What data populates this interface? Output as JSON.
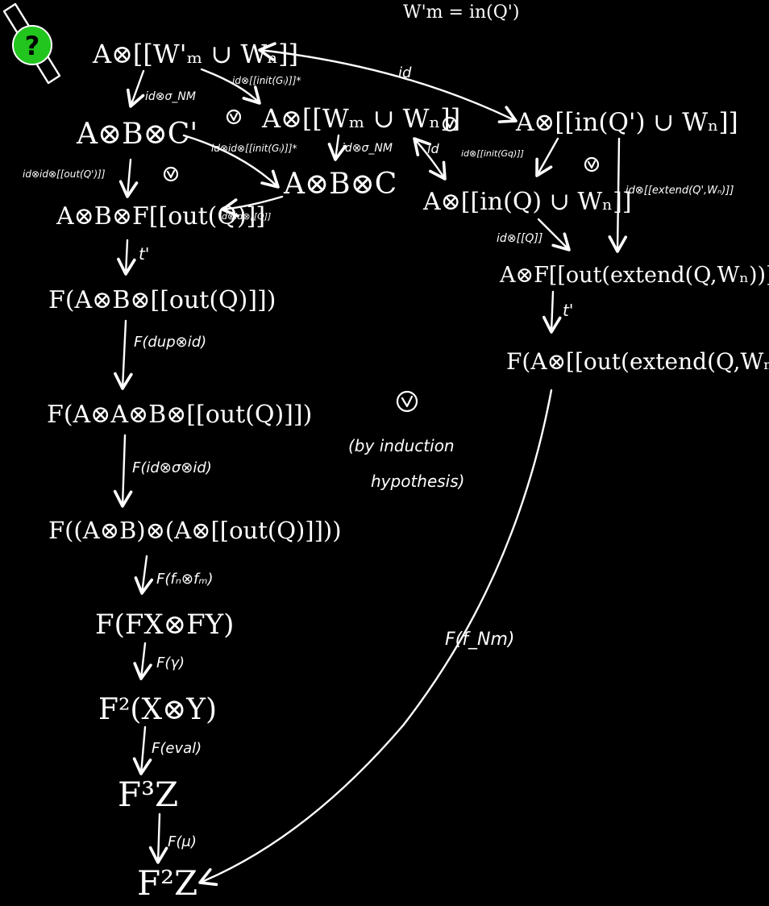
{
  "header": {
    "annotation": "W'm = in(Q')"
  },
  "badge": {
    "symbol": "?",
    "color": "#22c51e"
  },
  "colors": {
    "background": "#000000",
    "ink": "#ffffff",
    "badge": "#22c51e"
  },
  "nodes": {
    "a_wmi_union_wn": "A⊗[[W'ₘ ∪ Wₙ]]",
    "a_wm_union_wn": "A⊗[[Wₘ ∪ Wₙ]]",
    "a_in_qi_union_wn": "A⊗[[in(Q') ∪ Wₙ]]",
    "a_b_ci": "A⊗B⊗C'",
    "a_b_c": "A⊗B⊗C",
    "a_in_q_union_wn": "A⊗[[in(Q) ∪ Wₙ]]",
    "a_b_f_out_q": "A⊗B⊗F[[out(Q)]]",
    "a_f_out_extend": "A⊗F[[out(extend(Q,Wₙ))]]",
    "f_a_b_out_q": "F(A⊗B⊗[[out(Q)]])",
    "f_a_out_extend": "F(A⊗[[out(extend(Q,Wₙ))]])",
    "f_a_a_b_out_q": "F(A⊗A⊗B⊗[[out(Q)]])",
    "f_ab_a_out_q": "F((A⊗B)⊗(A⊗[[out(Q)]]))",
    "f_fx_fy": "F(FX⊗FY)",
    "f2_x_y": "F²(X⊗Y)",
    "f3_z": "F³Z",
    "f2_z": "F²Z"
  },
  "edges": {
    "id_top": "id",
    "id_otimes_init_gi": "id⊗[[init(Gᵢ)]]*",
    "id_otimes_sigma_nm_left": "id⊗σ_NM",
    "id_otimes_id_otimes_init_gi": "id⊗id⊗[[init(Gᵢ)]]*",
    "id_otimes_sigma_nm_mid": "id⊗σ_NM",
    "id_mid": "id",
    "id_otimes_init_gq": "id⊗[[init(Gq)]]",
    "id_otimes_extend_qi_wn": "id⊗[[extend(Q',Wₙ)]]",
    "id_otimes_id_otimes_out_qi": "id⊗id⊗[[out(Q')]]",
    "id_otimes_id_otimes_q": "id⊗id⊗[[Q]]",
    "id_otimes_q": "id⊗[[Q]]",
    "t_prime_left": "t'",
    "t_prime_right": "t'",
    "f_dup_otimes_id": "F(dup⊗id)",
    "f_id_otimes_sigma_otimes_id": "F(id⊗σ⊗id)",
    "f_fn_otimes_fm": "F(fₙ⊗fₘ)",
    "f_gamma": "F(γ)",
    "f_eval": "F(eval)",
    "f_mu": "F(μ)",
    "f_f_nm": "F(f_Nm)"
  },
  "induction_note": {
    "line1": "(by induction",
    "line2": "hypothesis)"
  }
}
